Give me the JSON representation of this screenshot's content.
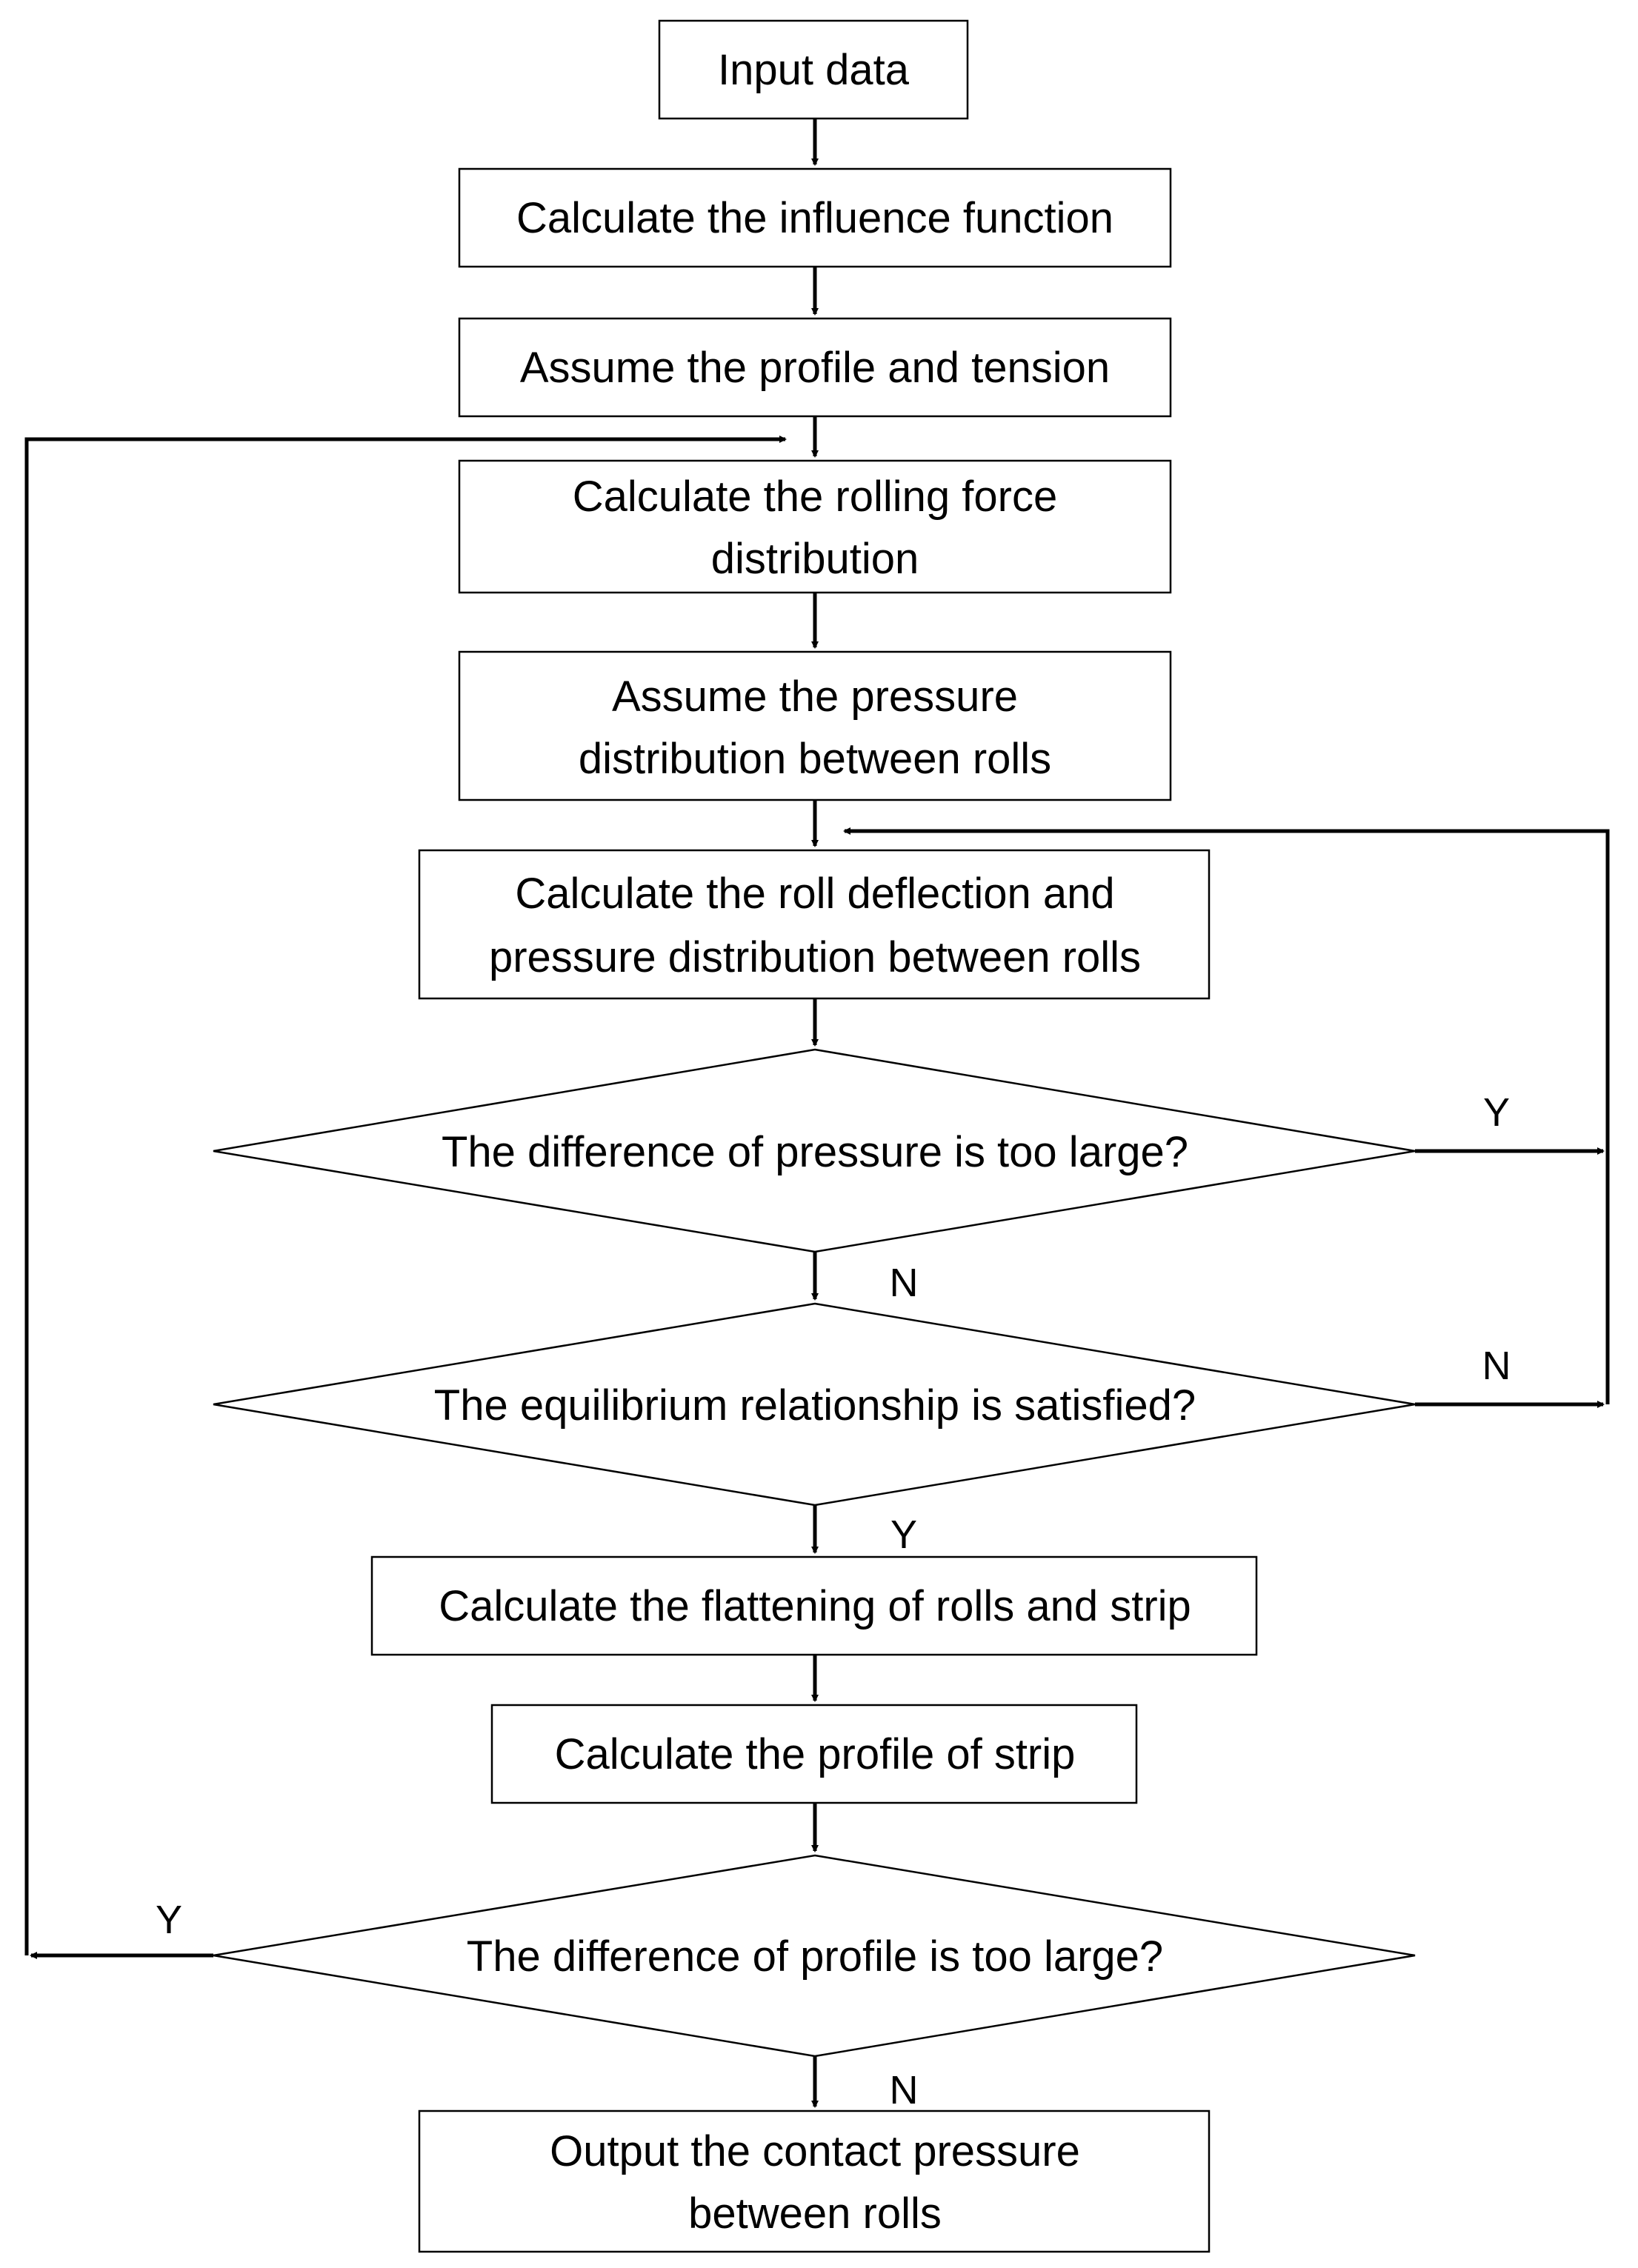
{
  "flowchart": {
    "nodes": {
      "input": "Input data",
      "influence": "Calculate the influence function",
      "assume_profile": "Assume the profile and tension",
      "rolling_force_1": "Calculate the rolling force",
      "rolling_force_2": "distribution",
      "assume_pressure_1": "Assume the pressure",
      "assume_pressure_2": "distribution between rolls",
      "deflection_1": "Calculate the roll deflection and",
      "deflection_2": "pressure distribution between rolls",
      "decision_pressure": "The difference of pressure is too large?",
      "decision_equilibrium": "The equilibrium relationship is satisfied?",
      "flattening": "Calculate the flattening of rolls and strip",
      "strip_profile": "Calculate the profile of strip",
      "decision_profile": "The difference of profile is too large?",
      "output_1": "Output the contact pressure",
      "output_2": "between rolls"
    },
    "edge_labels": {
      "pressure_yes": "Y",
      "pressure_no": "N",
      "equilibrium_no": "N",
      "equilibrium_yes": "Y",
      "profile_yes": "Y",
      "profile_no": "N"
    }
  }
}
